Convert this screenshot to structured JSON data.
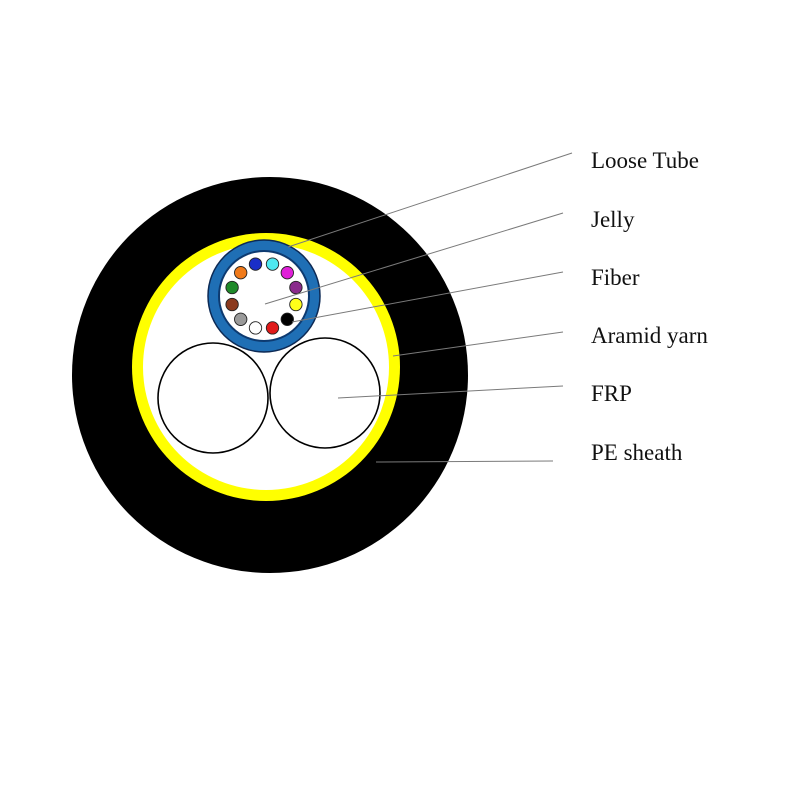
{
  "labels": {
    "loose_tube": "Loose Tube",
    "jelly": "Jelly",
    "fiber": "Fiber",
    "aramid_yarn": "Aramid yarn",
    "frp": "FRP",
    "pe_sheath": "PE sheath"
  },
  "colors": {
    "pe_sheath": "#000000",
    "aramid_yarn": "#ffff00",
    "loose_tube": "#1f6fb5",
    "jelly": "#ffffff",
    "frp": "#ffffff"
  },
  "fiber_colors": [
    "#1a2ec8",
    "#4ee8f0",
    "#e020d8",
    "#8a2a8c",
    "#ffff1a",
    "#000000",
    "#e01a1a",
    "#ffffff",
    "#9a9a9a",
    "#8b3a1e",
    "#1f8a2a",
    "#f07a1a"
  ]
}
